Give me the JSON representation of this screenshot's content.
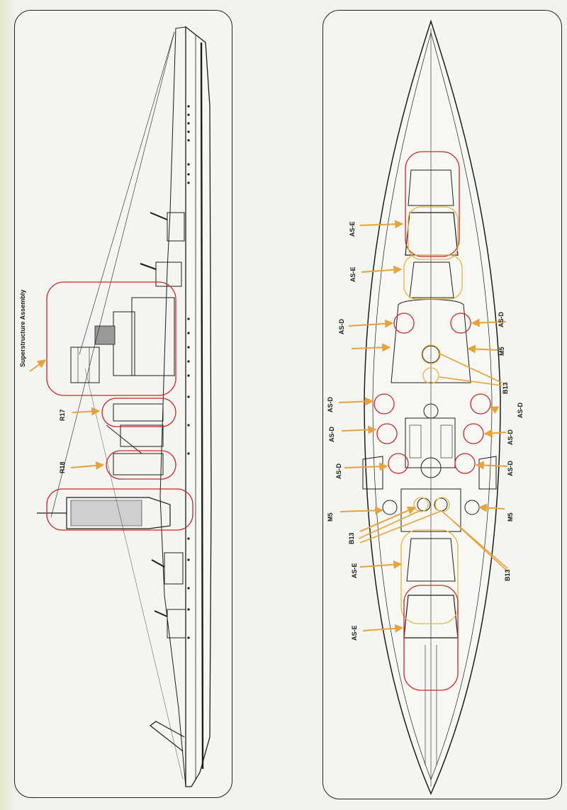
{
  "colors": {
    "outline": "#c8282a",
    "highlight": "#e7b43c",
    "arrow": "#e6a33a",
    "ink": "#1c1c1c"
  },
  "side_view": {
    "superstructure_label": "Superstructure Assembly",
    "r17_label": "R17",
    "r18_label": "R18"
  },
  "top_view": {
    "labels": {
      "as_e_1": "AS-E",
      "as_e_2": "AS-E",
      "as_d_1": "AS-D",
      "as_d_2": "AS-D",
      "m5_1": "M5",
      "b13_1": "B13",
      "as_d_3": "AS-D",
      "as_d_4": "AS-D",
      "as_d_5": "AS-D",
      "as_d_6": "AS-D",
      "as_d_7": "AS-D",
      "as_d_8": "AS-D",
      "m5_2": "M5",
      "m5_3": "M5",
      "b13_2": "B13",
      "b13_3": "B13",
      "as_e_3": "AS-E",
      "as_e_4": "AS-E"
    }
  }
}
